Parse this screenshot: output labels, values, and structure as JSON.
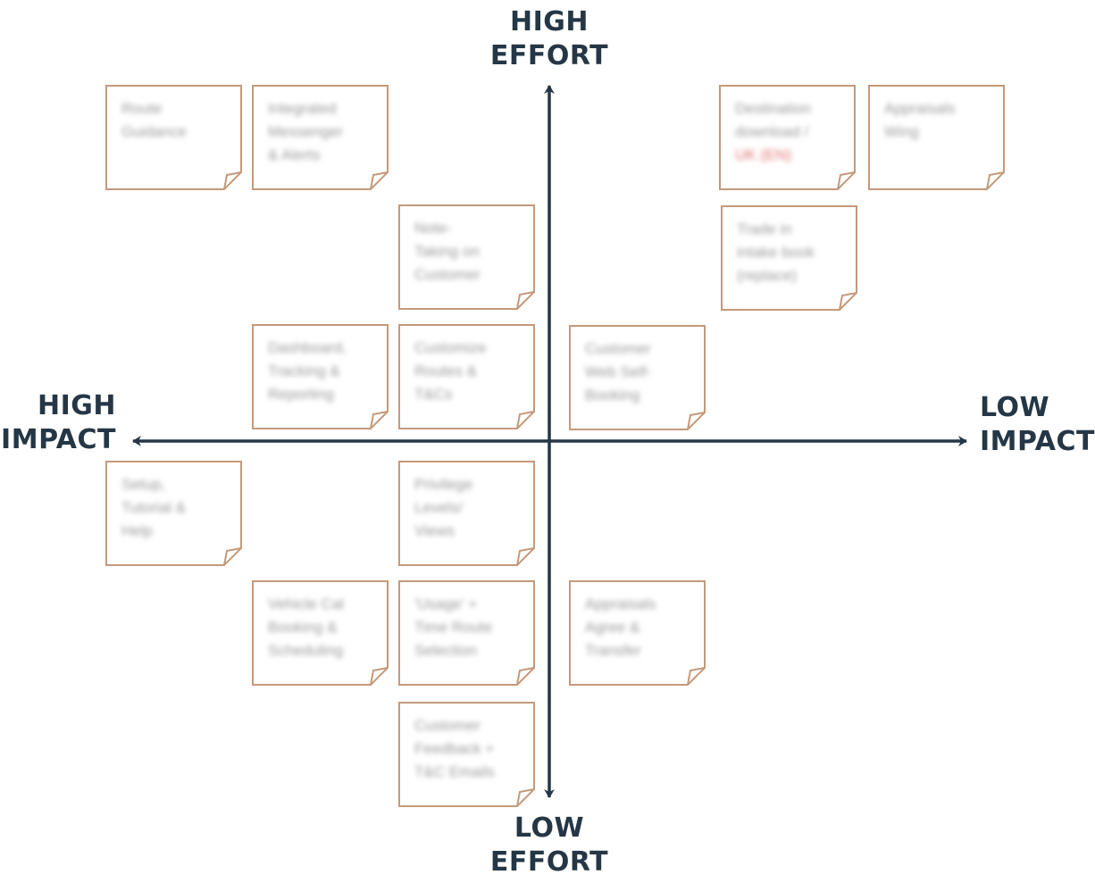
{
  "axes": {
    "top_label": [
      "HIGH",
      "EFFORT"
    ],
    "bottom_label": [
      "LOW",
      "EFFORT"
    ],
    "left_label": [
      "HIGH",
      "IMPACT"
    ],
    "right_label": [
      "LOW",
      "IMPACT"
    ]
  },
  "colors": {
    "axis": "#253746",
    "note_border": "#c4997a",
    "note_text": "#9a9a9a"
  },
  "notes": [
    {
      "lines": [
        "Route",
        "Guidance"
      ]
    },
    {
      "lines": [
        "Integrated",
        "Messenger",
        "& Alerts"
      ]
    },
    {
      "lines": [
        "Destination",
        "download /",
        "UK (EN)"
      ]
    },
    {
      "lines": [
        "Appraisals",
        "Wing"
      ]
    },
    {
      "lines": [
        "Note-",
        "Taking on",
        "Customer"
      ]
    },
    {
      "lines": [
        "Trade in",
        "intake book",
        "(replace)"
      ]
    },
    {
      "lines": [
        "Dashboard,",
        "Tracking &",
        "Reporting"
      ]
    },
    {
      "lines": [
        "Customize",
        "Routes &",
        "T&Cs"
      ]
    },
    {
      "lines": [
        "Customer",
        "Web Self-",
        "Booking"
      ]
    },
    {
      "lines": [
        "Setup,",
        "Tutorial &",
        "Help"
      ]
    },
    {
      "lines": [
        "Privilege",
        "Levels/",
        "Views"
      ]
    },
    {
      "lines": [
        "Vehicle Cal",
        "Booking &",
        "Scheduling"
      ]
    },
    {
      "lines": [
        "'Usage' +",
        "Time Route",
        "Selection"
      ]
    },
    {
      "lines": [
        "Appraisals",
        "Agree &",
        "Transfer"
      ]
    },
    {
      "lines": [
        "Customer",
        "Feedback +",
        "T&C Emails"
      ]
    }
  ]
}
